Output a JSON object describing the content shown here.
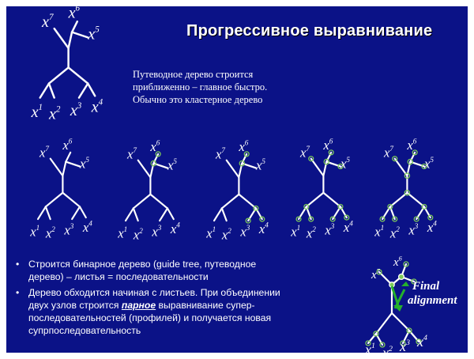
{
  "slide": {
    "title": "Прогрессивное выравнивание",
    "intro_lines": [
      "Путеводное дерево строится",
      "приближенно – главное быстро.",
      "Обычно это кластерное дерево"
    ],
    "bullets": [
      {
        "lines": [
          "Строится бинарное дерево (guide tree, путеводное",
          "дерево) – листья = последовательности"
        ]
      },
      {
        "line1": "Дерево обходится начиная с листьев. При объединении",
        "line2_before": "двух узлов строится ",
        "line2_em": "парное",
        "line2_after": " выравнивание супер-",
        "line3": "последовательностей (профилей) и получается   новая",
        "line4": "супрпоследовательность"
      }
    ],
    "bullet_symbol": "•",
    "final_label_line1": "Final",
    "final_label_line2": "alignment",
    "leaf_base": "x",
    "leaf_indices": [
      "1",
      "2",
      "3",
      "4",
      "5",
      "6",
      "7"
    ],
    "colors": {
      "background": "#0b1287",
      "text": "#ffffff",
      "node_green": "#7ecb5a",
      "arrow_green": "#25b02c"
    }
  }
}
